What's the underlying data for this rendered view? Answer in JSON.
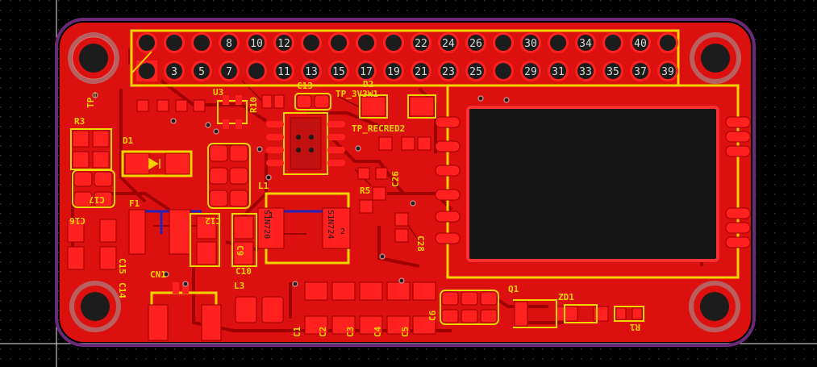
{
  "header_pins": {
    "top_row": [
      "",
      "",
      "",
      "8",
      "10",
      "12",
      "",
      "",
      "",
      "",
      "22",
      "24",
      "26",
      "",
      "30",
      "",
      "34",
      "",
      "40"
    ],
    "bottom_row": [
      "",
      "3",
      "5",
      "7",
      "",
      "11",
      "13",
      "15",
      "17",
      "19",
      "21",
      "23",
      "25",
      "",
      "29",
      "31",
      "33",
      "35",
      "37",
      "39"
    ]
  },
  "silkscreen_labels": {
    "tp_left": "TP_",
    "r3": "R3",
    "d1": "D1",
    "f1": "F1",
    "cn1": "CN1",
    "u3": "U3",
    "r10": "R10",
    "c13": "C13",
    "tp_3v3w1": "TP_3V3W1",
    "d2": "D2",
    "tp_recred2": "TP_RECRED2",
    "l1": "L1",
    "l3": "L3",
    "c12": "C12",
    "c15": "C15",
    "c14": "C14",
    "c16": "C16",
    "c17": "C17",
    "c9": "C9",
    "c10": "C10",
    "c26": "C26",
    "c28": "C28",
    "r5": "R5",
    "q1": "Q1",
    "zd1": "ZD1",
    "r1": "R1",
    "c1": "C1",
    "c2": "C2",
    "c3": "C3",
    "c4": "C4",
    "c5": "C5",
    "c6": "C6",
    "diode_left_pin": "1",
    "diode_right_pin": "2",
    "diode_left_part": "S1N720",
    "diode_right_part": "S1N724"
  },
  "colors": {
    "background": "#000000",
    "board_copper": "#dd1010",
    "copper_trace": "#b80000",
    "board_edge": "#6a2a7a",
    "silkscreen": "#f2d400",
    "pad_red": "#ff2020",
    "hole_dark": "#1c1c1c",
    "pin_text": "#d8d8d8",
    "via_blue": "#1d1dd0",
    "mount_hole_ring": "#c09090"
  }
}
